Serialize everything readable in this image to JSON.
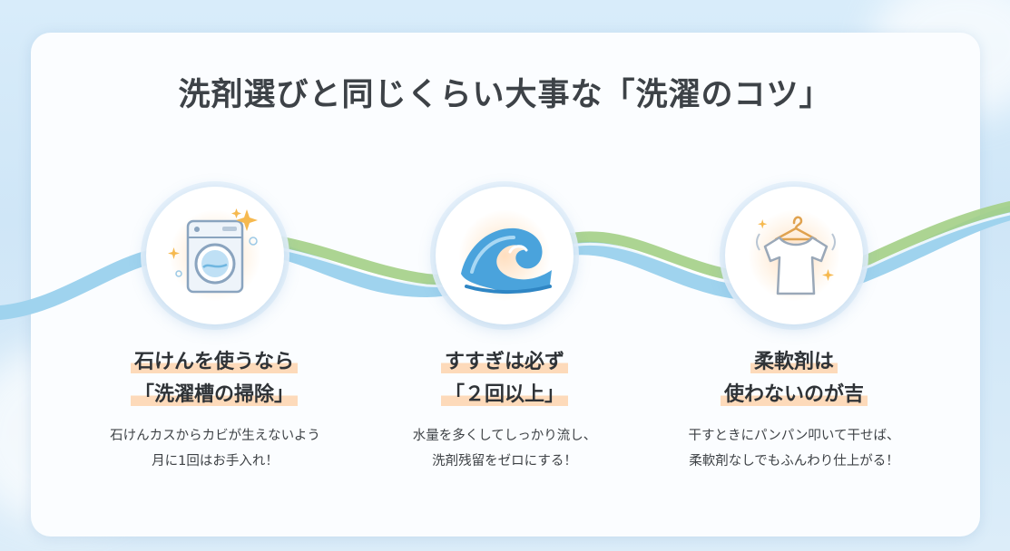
{
  "title": "洗剤選びと同じくらい大事な「洗濯のコツ」",
  "colors": {
    "wave_blue": "#8fcbea",
    "wave_green": "#98c979",
    "highlight": "#ffc18a",
    "text": "#2f3337"
  },
  "tips": [
    {
      "icon": "washing-machine-icon",
      "heading_line1": "石けんを使うなら",
      "heading_line2": "「洗濯槽の掃除」",
      "desc_line1": "石けんカスからカビが生えないよう",
      "desc_line2": "月に1回はお手入れ！"
    },
    {
      "icon": "wave-icon",
      "heading_line1": "すすぎは必ず",
      "heading_line2": "「２回以上」",
      "desc_line1": "水量を多くしてしっかり流し、",
      "desc_line2": "洗剤残留をゼロにする！"
    },
    {
      "icon": "tshirt-hanger-icon",
      "heading_line1": "柔軟剤は",
      "heading_line2": "使わないのが吉",
      "desc_line1": "干すときにパンパン叩いて干せば、",
      "desc_line2": "柔軟剤なしでもふんわり仕上がる！"
    }
  ]
}
